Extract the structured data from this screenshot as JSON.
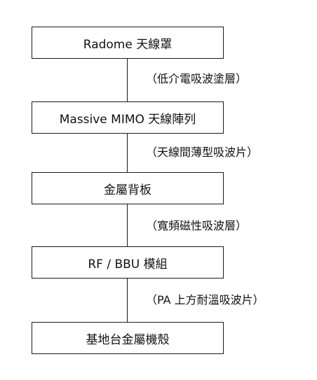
{
  "layers": [
    {
      "label": "Radome 天線罩"
    },
    {
      "label": "Massive MIMO 天線陣列"
    },
    {
      "label": "金屬背板"
    },
    {
      "label": "RF / BBU 模組"
    },
    {
      "label": "基地台金屬機殼"
    }
  ],
  "notes": [
    {
      "label": "（低介電吸波塗層）"
    },
    {
      "label": "（天線間薄型吸波片）"
    },
    {
      "label": "（寬頻磁性吸波層）"
    },
    {
      "label": "（PA 上方耐溫吸波片）"
    }
  ],
  "colors": {
    "line": "#1a1a1a",
    "text": "#111111",
    "background": "#ffffff"
  }
}
